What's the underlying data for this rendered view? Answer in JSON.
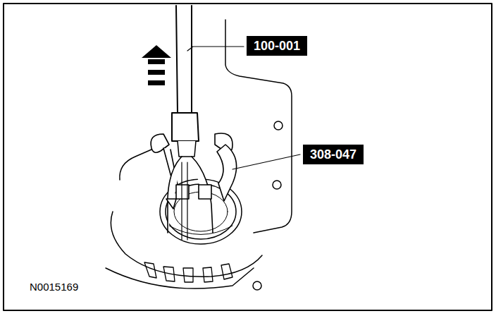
{
  "diagram": {
    "labels": [
      "100-001",
      "308-047",
      "N0015169"
    ]
  }
}
